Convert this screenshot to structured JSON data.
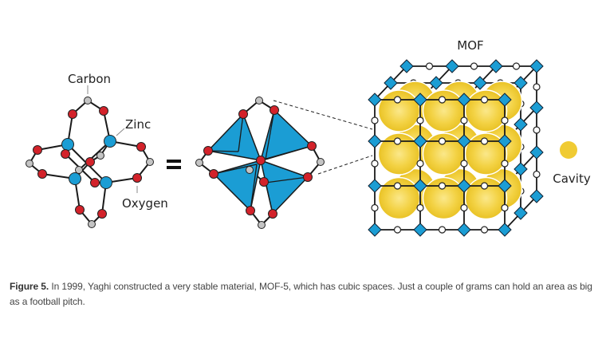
{
  "labels": {
    "carbon": "Carbon",
    "zinc": "Zinc",
    "oxygen": "Oxygen",
    "equals": "=",
    "mof": "MOF",
    "cavity": "Cavity"
  },
  "caption": {
    "figure": "Figure 5.",
    "text": " In 1999, Yaghi constructed a very stable material, MOF-5, which has cubic spaces. Just a couple of grams can hold an area as big as a football pitch."
  },
  "colors": {
    "oxygen": "#d3222a",
    "zinc": "#1b9dd4",
    "carbon": "#c4c4c4",
    "cavity": "#f0cb33",
    "bond": "#1a1a1a"
  }
}
